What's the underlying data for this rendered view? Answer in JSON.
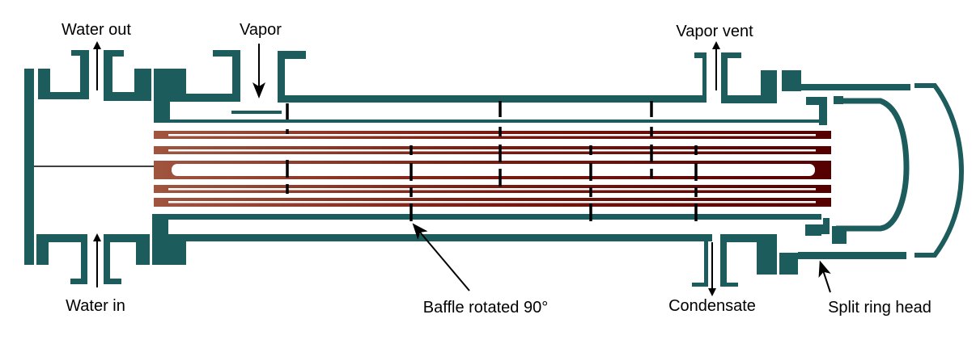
{
  "labels": {
    "water_out": "Water out",
    "vapor": "Vapor",
    "vapor_vent": "Vapor vent",
    "water_in": "Water in",
    "baffle": "Baffle rotated 90°",
    "condensate": "Condensate",
    "split_ring_head": "Split ring head"
  },
  "colors": {
    "shell": "#1d5c5c",
    "tube_left": "#a0553f",
    "tube_right": "#550000"
  }
}
